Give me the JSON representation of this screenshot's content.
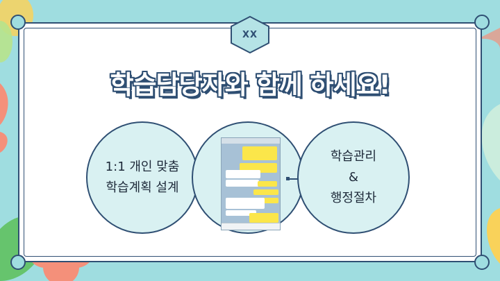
{
  "badge": {
    "label": "XX"
  },
  "headline": {
    "text": "학습담당자와 함께 하세요!"
  },
  "left_circle": {
    "line1": "1:1 개인 맞춤",
    "line2": "학습계획 설계"
  },
  "right_circle": {
    "line1": "학습관리",
    "line2": "&",
    "line3": "행정절차"
  },
  "colors": {
    "background": "#9fdde0",
    "navy": "#2f4f73",
    "circle_fill": "#d9f1f2",
    "chat_yellow": "#fbe64a",
    "flower_coral": "#f4907a",
    "flower_yellow": "#f9d25a",
    "leaf_green": "#7fcf8a"
  }
}
